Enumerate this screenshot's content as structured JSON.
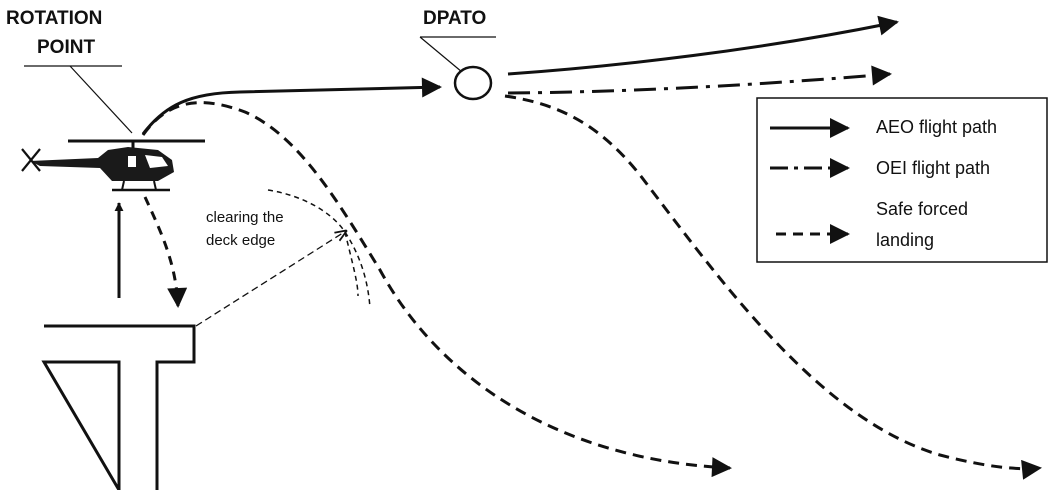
{
  "labels": {
    "rotation_point_line1": "ROTATION",
    "rotation_point_line2": "POINT",
    "dpato": "DPATO",
    "clearing_line1": "clearing the",
    "clearing_line2": "deck edge"
  },
  "legend": {
    "items": [
      {
        "label_lines": [
          "AEO flight path"
        ],
        "style": "solid"
      },
      {
        "label_lines": [
          "OEI flight path"
        ],
        "style": "dash-dot"
      },
      {
        "label_lines": [
          "Safe forced",
          "landing"
        ],
        "style": "dashed"
      }
    ]
  },
  "colors": {
    "ink": "#111111",
    "helicopter_body": "#1a1a1a",
    "background": "#ffffff"
  },
  "icons": [
    "helicopter-icon",
    "tail-rotor-icon",
    "dpato-circle-icon",
    "deck-platform-icon"
  ]
}
